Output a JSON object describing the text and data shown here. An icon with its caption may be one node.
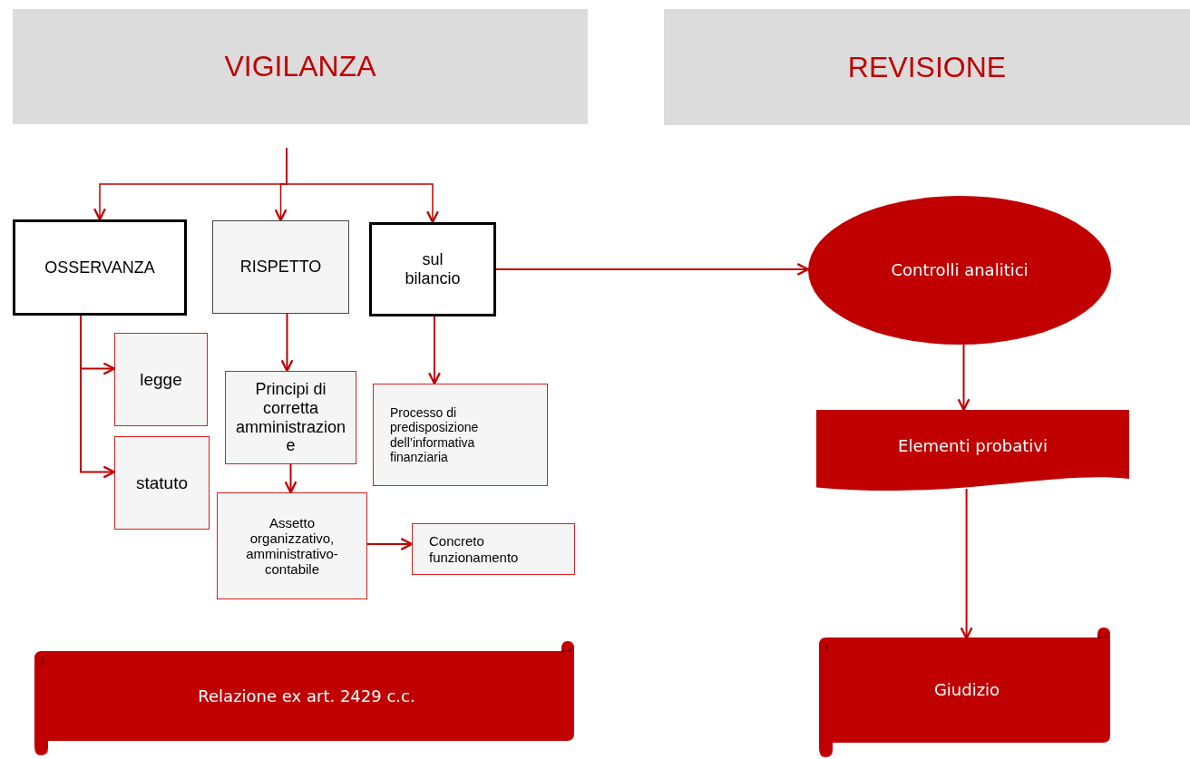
{
  "diagram": {
    "nodes": [
      {
        "text": [
          "VIGILANZA"
        ]
      },
      {
        "text": [
          "REVISIONE"
        ]
      },
      {
        "text": [
          "OSSERVANZA"
        ]
      },
      {
        "text": [
          "RISPETTO"
        ]
      },
      {
        "text": [
          "sul bilancio"
        ]
      },
      {
        "text": [
          "legge"
        ]
      },
      {
        "text": [
          "statuto"
        ]
      },
      {
        "text": [
          "Principi di corretta amministrazione"
        ]
      },
      {
        "text": [
          "Processo di predisposizione dell’informativa finanziaria"
        ]
      },
      {
        "text": [
          "Assetto organizzativo, amministrativo-contabile"
        ]
      },
      {
        "text": [
          "Concreto funzionamento"
        ]
      },
      {
        "text": [
          "Controlli analitici"
        ]
      },
      {
        "text": [
          "Elementi probativi"
        ]
      },
      {
        "text": [
          "Relazione ex art. 2429 c.c."
        ]
      },
      {
        "text": [
          "Giudizio"
        ]
      }
    ],
    "edges": [
      {
        "from": null,
        "to": 2,
        "arrow": "to"
      },
      {
        "from": null,
        "to": 3,
        "arrow": "to"
      },
      {
        "from": null,
        "to": 4,
        "arrow": "to"
      },
      {
        "from": 2,
        "to": 5,
        "arrow": "to"
      },
      {
        "from": 2,
        "to": 6,
        "arrow": "to"
      },
      {
        "from": 3,
        "to": 7,
        "arrow": "to"
      },
      {
        "from": 7,
        "to": 9,
        "arrow": "to"
      },
      {
        "from": 9,
        "to": 10,
        "arrow": "to"
      },
      {
        "from": 4,
        "to": 8,
        "arrow": "to"
      },
      {
        "from": 4,
        "to": 11,
        "arrow": "to"
      },
      {
        "from": 11,
        "to": 12,
        "arrow": "to"
      },
      {
        "from": 12,
        "to": 14,
        "arrow": "to"
      }
    ]
  }
}
